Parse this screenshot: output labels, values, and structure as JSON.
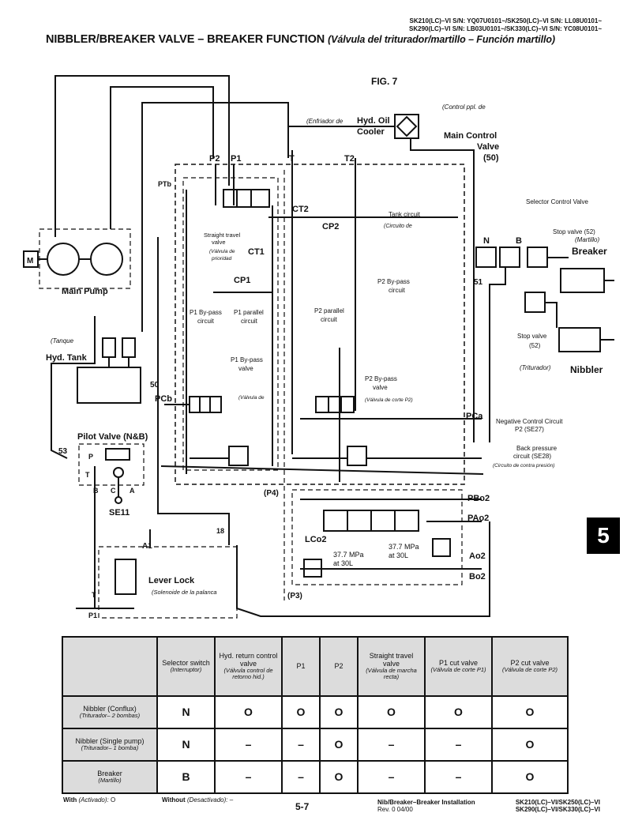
{
  "header": {
    "models_line1": "SK210(LC)–VI  S/N: YQ07U0101~/SK250(LC)–VI  S/N: LL08U0101~",
    "models_line2": "SK290(LC)–VI  S/N: LB03U0101~/SK330(LC)–VI  S/N: YC08U0101~",
    "title": "NIBBLER/BREAKER VALVE – BREAKER FUNCTION",
    "title_es": "(Válvula del triturador/martillo – Función martillo)"
  },
  "diagram": {
    "fig": "FIG. 7",
    "control_ppl": "(Control ppl. de",
    "cooler_es": "(Enfriador de",
    "cooler_1": "Hyd. Oil",
    "cooler_2": "Cooler",
    "mcv_1": "Main Control",
    "mcv_2": "Valve",
    "mcv_3": "(50)",
    "p2": "P2",
    "p1": "P1",
    "t": "T",
    "t2": "T2",
    "ptb": "PTb",
    "ct2": "CT2",
    "cp2": "CP2",
    "ct1": "CT1",
    "cp1": "CP1",
    "tank_circuit": "Tank circuit",
    "tank_circuit_es": "(Circuito de",
    "straight_1": "Straight travel",
    "straight_2": "valve",
    "straight_es1": "(Válvula de",
    "straight_es2": "prioridad",
    "p2bypass_c1": "P2 By-pass",
    "p2bypass_c2": "circuit",
    "p1bypass_c1": "P1 By-pass",
    "p1bypass_c2": "circuit",
    "p1parallel_1": "P1 parallel",
    "p1parallel_2": "circuit",
    "p2parallel_1": "P2 parallel",
    "p2parallel_2": "circuit",
    "p1bypass_v1": "P1 By-pass",
    "p1bypass_v2": "valve",
    "p1bypass_ves": "(Válvula de",
    "p2bypass_v1": "P2 By-pass",
    "p2bypass_v2": "valve",
    "p2bypass_ves": "(Válvula de corte P2)",
    "pcb": "PCb",
    "pca": "PCa",
    "neg_1": "Negative Control Circuit",
    "neg_2": "P2 (SE27)",
    "back_1": "Back pressure",
    "back_2": "circuit (SE28)",
    "back_es": "(Circuito de contra presión)",
    "p4": "(P4)",
    "p3": "(P3)",
    "pbo2": "PBo2",
    "pao2": "PAo2",
    "lco2": "LCo2",
    "mpa_l1": "37.7 MPa",
    "mpa_l2": "at 30L",
    "mpa_r1": "37.7 MPa",
    "mpa_r2": "at 30L",
    "ao2": "Ao2",
    "bo2": "Bo2",
    "selector": "Selector Control Valve",
    "n": "N",
    "b": "B",
    "n51": "51",
    "stop52": "Stop valve (52)",
    "martillo": "(Martillo)",
    "breaker": "Breaker",
    "stop_1": "Stop valve",
    "stop_2": "(52)",
    "triturador": "(Triturador)",
    "nibbler": "Nibbler",
    "m": "M",
    "main_pump": "Main Pump",
    "tanque": "(Tanque",
    "hyd_tank": "Hyd. Tank",
    "n50": "50",
    "pilot": "Pilot Valve (N&B)",
    "n53": "53",
    "pilot_p": "P",
    "pilot_t": "T",
    "pilot_b": "B",
    "pilot_c": "C",
    "pilot_a": "A",
    "se11": "SE11",
    "n18": "18",
    "a1": "A1",
    "lever_lock": "Lever Lock",
    "lever_es": "(Solenoide de la palanca",
    "t_lock": "T",
    "p1_lock": "P1"
  },
  "table": {
    "headers": [
      {
        "en": "Selector switch",
        "es": "(Interruptor)"
      },
      {
        "en": "Hyd. return control valve",
        "es": "(Válvula control de retorno hid.)"
      },
      {
        "en": "P1",
        "es": ""
      },
      {
        "en": "P2",
        "es": ""
      },
      {
        "en": "Straight travel valve",
        "es": "(Válvula de marcha recta)"
      },
      {
        "en": "P1 cut valve",
        "es": "(Válvula de corte P1)"
      },
      {
        "en": "P2 cut valve",
        "es": "(Válvula de corte P2)"
      }
    ],
    "rows": [
      {
        "name": "Nibbler (Conflux)",
        "name_es": "(Triturador– 2 bombas)",
        "cells": [
          "N",
          "O",
          "O",
          "O",
          "O",
          "O",
          "O"
        ]
      },
      {
        "name": "Nibbler (Single pump)",
        "name_es": "(Triturador– 1 bomba)",
        "cells": [
          "N",
          "–",
          "–",
          "O",
          "–",
          "–",
          "O"
        ]
      },
      {
        "name": "Breaker",
        "name_es": "(Martillo)",
        "cells": [
          "B",
          "–",
          "–",
          "O",
          "–",
          "–",
          "O"
        ]
      }
    ]
  },
  "legend": {
    "with": "With",
    "with_es": "(Activado):",
    "with_sym": "O",
    "without": "Without",
    "without_es": "(Desactivado):",
    "without_sym": "–"
  },
  "footer": {
    "page": "5-7",
    "doc_1": "Nib/Breaker–Breaker Installation",
    "doc_2": "Rev. 0   04/00",
    "models_1": "SK210(LC)–VI/SK250(LC)–VI",
    "models_2": "SK290(LC)–VI/SK330(LC)–VI"
  },
  "tab": "5"
}
